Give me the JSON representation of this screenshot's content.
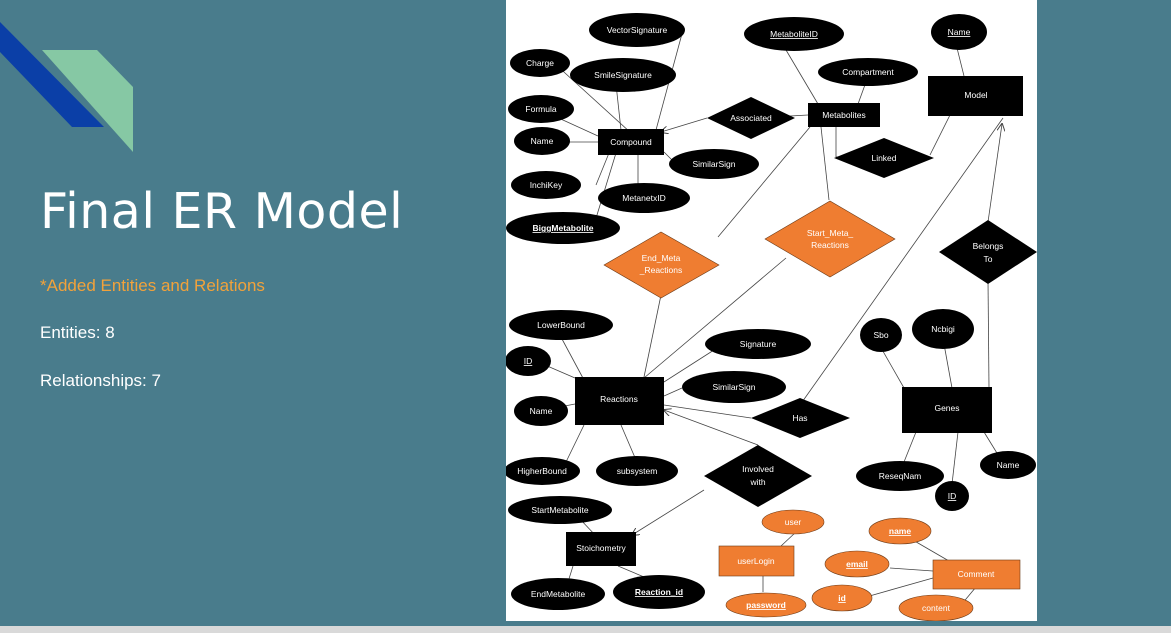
{
  "slide": {
    "title": "Final ER Model",
    "subtitle": "*Added Entities and Relations",
    "entities_line": "Entities: 8",
    "relationships_line": "Relationships: 7"
  },
  "colors": {
    "background": "#497c8c",
    "accent_dark_blue": "#0b3fa7",
    "accent_green": "#86c8a4",
    "subtitle_orange": "#f2a23a",
    "node_black": "#000000",
    "node_orange": "#ef7d31"
  },
  "diagram": {
    "entities": {
      "compound": "Compound",
      "metabolites": "Metabolites",
      "model": "Model",
      "reactions": "Reactions",
      "genes": "Genes",
      "stoichometry": "Stoichometry",
      "userlogin": "userLogin",
      "comment": "Comment"
    },
    "relationships": {
      "associated": "Associated",
      "linked": "Linked",
      "end_meta_1": "End_Meta",
      "end_meta_2": "_Reactions",
      "start_meta_1": "Start_Meta_",
      "start_meta_2": "Reactions",
      "belongs_1": "Belongs",
      "belongs_2": "To",
      "has": "Has",
      "involved_1": "Involved",
      "involved_2": "with"
    },
    "attributes": {
      "vectorsignature": "VectorSignature",
      "charge": "Charge",
      "smilesignature": "SmileSignature",
      "formula": "Formula",
      "compound_name": "Name",
      "inchikey": "InchiKey",
      "biggmetabolite": "BiggMetabolite",
      "metanetxid": "MetanetxID",
      "compound_similarsign": "SimilarSign",
      "metaboliteid": "MetaboliteID",
      "compartment": "Compartment",
      "model_name": "Name",
      "lowerbound": "LowerBound",
      "reaction_id": "ID",
      "signature": "Signature",
      "reaction_similarsign": "SimilarSign",
      "reaction_name": "Name",
      "higherbound": "HigherBound",
      "subsystem": "subsystem",
      "sbo": "Sbo",
      "ncbigi": "Ncbigi",
      "reseqnam": "ReseqNam",
      "gene_id": "ID",
      "gene_name": "Name",
      "startmetabolite": "StartMetabolite",
      "endmetabolite": "EndMetabolite",
      "stoich_reaction_id": "Reaction_id",
      "user": "user",
      "password": "password",
      "comment_name": "name",
      "email": "email",
      "comment_id": "id",
      "content": "content"
    }
  }
}
